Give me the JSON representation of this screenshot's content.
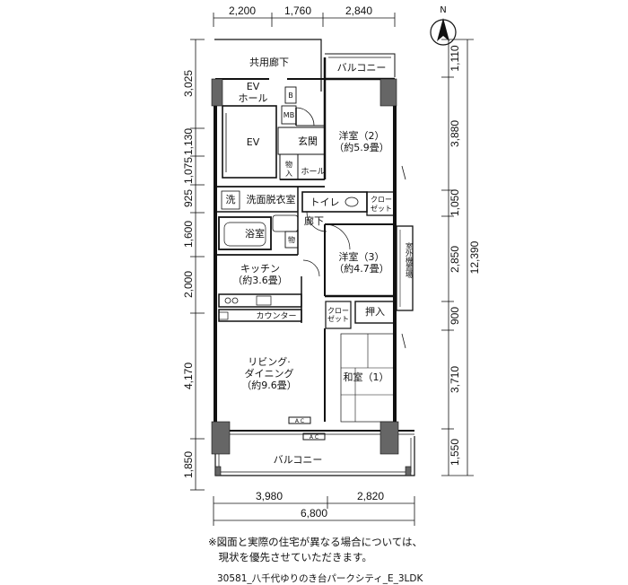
{
  "dimensions": {
    "top": [
      "2,200",
      "1,760",
      "2,840"
    ],
    "bottom": [
      "3,980",
      "2,820"
    ],
    "bottom_total": "6,800",
    "left": [
      "3,025",
      "1,130",
      "1,075",
      "925",
      "1,600",
      "2,000",
      "4,170",
      "1,850"
    ],
    "right": [
      "1,110",
      "3,880",
      "1,050",
      "2,850",
      "900",
      "3,710",
      "1,550"
    ],
    "right_total": "12,390"
  },
  "compass": {
    "label": "N"
  },
  "rooms": {
    "common_corridor": "共用廊下",
    "balcony_top": "バルコニー",
    "ev_hall_1": "EV",
    "ev_hall_2": "ホール",
    "ev": "EV",
    "b": "B",
    "mb": "MB",
    "entrance": "玄関",
    "storage_1a": "物",
    "storage_1b": "入",
    "hall": "ホール",
    "bedroom2_name": "洋室（2）",
    "bedroom2_size": "（約5.9畳）",
    "wash_icon": "洗",
    "washroom": "洗面脱衣室",
    "toilet": "トイレ",
    "closet_1a": "クロー",
    "closet_1b": "ゼット",
    "corridor": "廊下",
    "bath": "浴室",
    "storage_2": "物",
    "bedroom3_name": "洋室（3）",
    "bedroom3_size": "（約4.7畳）",
    "outdoor_unit": "室外機置場",
    "kitchen_name": "キッチン",
    "kitchen_size": "（約3.6畳）",
    "counter": "カウンター",
    "closet_2a": "クロー",
    "closet_2b": "ゼット",
    "oshiire": "押入",
    "living_1": "リビング·",
    "living_2": "ダイニング",
    "living_3": "（約9.6畳）",
    "washitsu": "和室（1）",
    "ac_1": "A C",
    "ac_2": "A C",
    "balcony_bottom": "バルコニー"
  },
  "notes": {
    "line1": "※図面と実際の住宅が異なる場合については、",
    "line2": "　現状を優先させていただきます。"
  },
  "footer": "30581_八千代ゆりのき台パークシティ_E_3LDK"
}
